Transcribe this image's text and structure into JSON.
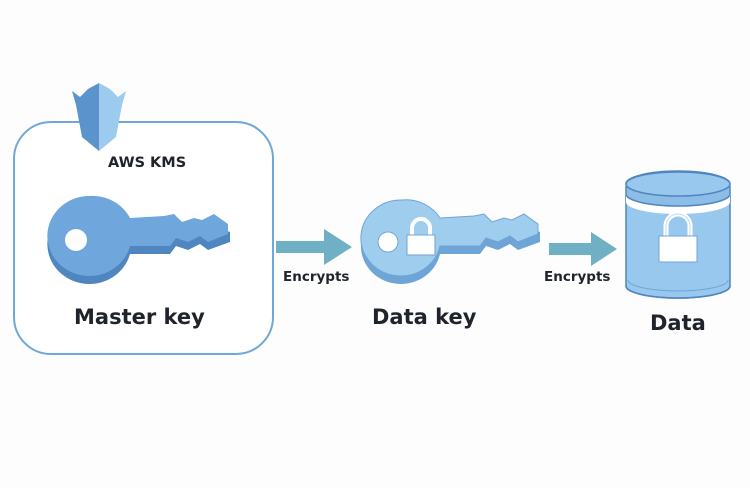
{
  "diagram": {
    "kms_group": {
      "label": "AWS KMS",
      "icon": "shield-icon"
    },
    "nodes": [
      {
        "id": "master-key",
        "label": "Master key",
        "icon": "key-icon"
      },
      {
        "id": "data-key",
        "label": "Data key",
        "icon": "locked-key-icon"
      },
      {
        "id": "data",
        "label": "Data",
        "icon": "locked-database-icon"
      }
    ],
    "edges": [
      {
        "from": "master-key",
        "to": "data-key",
        "label": "Encrypts"
      },
      {
        "from": "data-key",
        "to": "data",
        "label": "Encrypts"
      }
    ],
    "colors": {
      "key_fill": "#6fa6dc",
      "key_shadow": "#4f86c0",
      "data_key_fill": "#9fcdee",
      "arrow": "#6fb0c4",
      "box_border": "#6fa8d8",
      "text": "#1f232b"
    }
  }
}
